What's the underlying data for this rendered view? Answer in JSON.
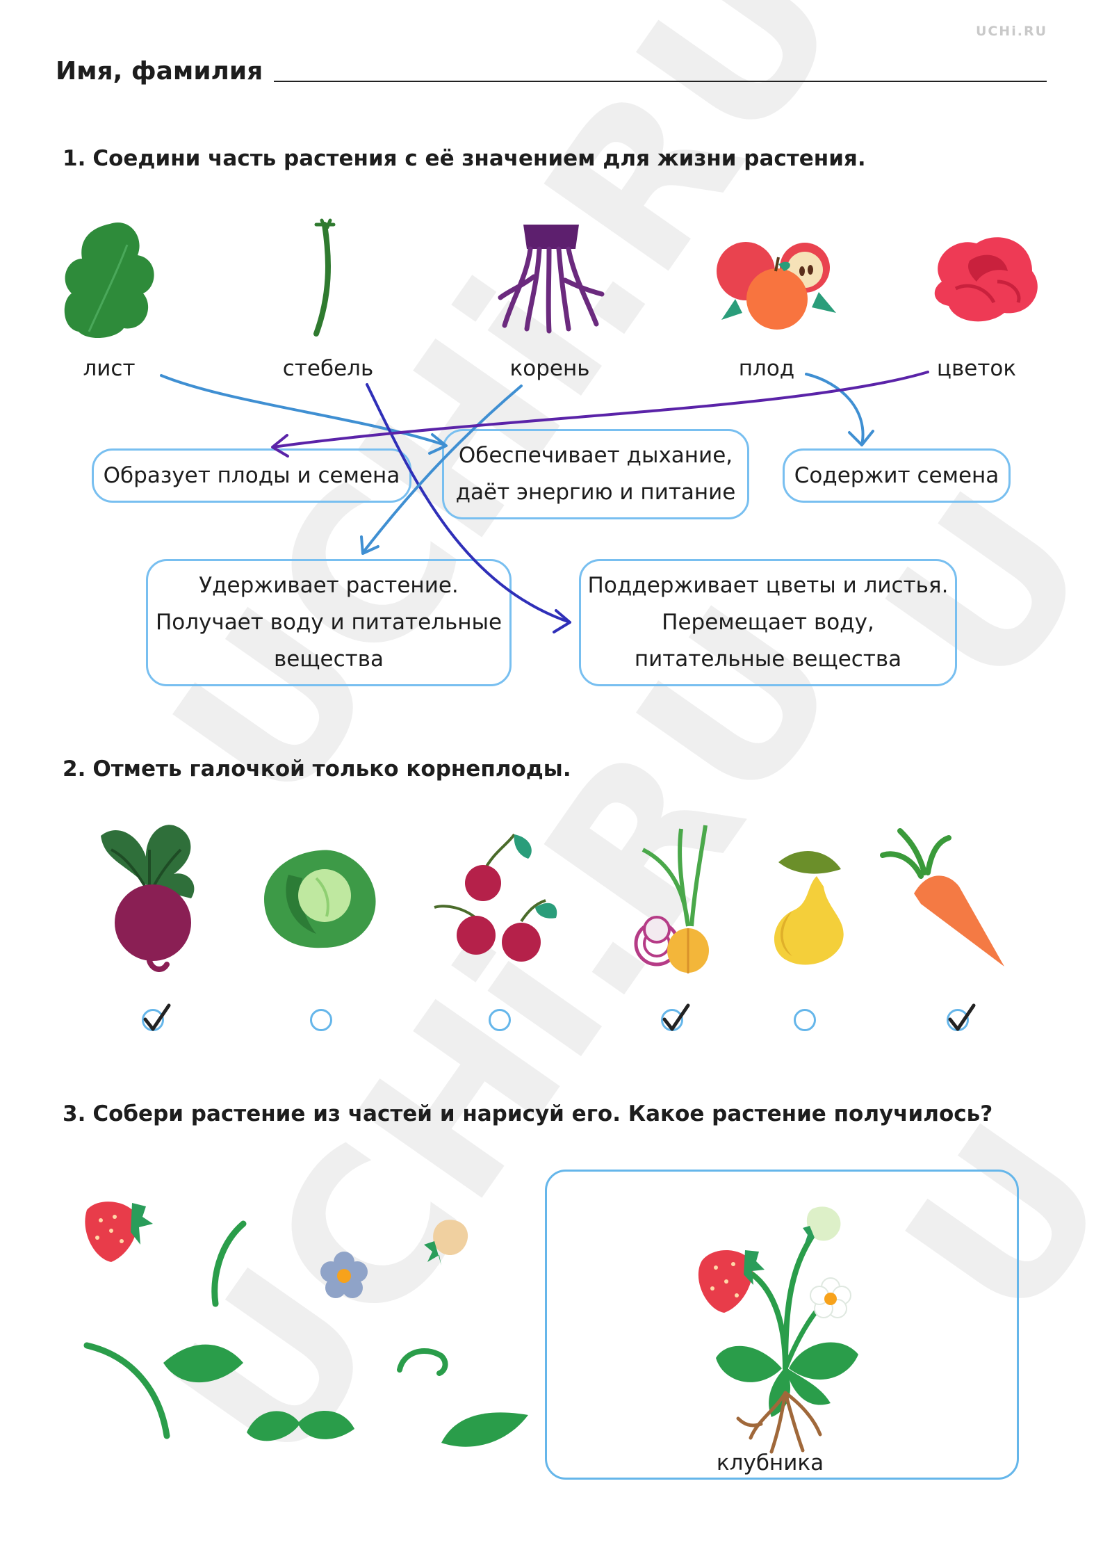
{
  "brand": "UCHi.RU",
  "header": {
    "name_label": "Имя, фамилия"
  },
  "task1": {
    "number": "1.",
    "title": "Соедини часть растения с её значением для жизни растения.",
    "parts": [
      {
        "id": "leaf",
        "label": "лист",
        "icon": "leaf-icon"
      },
      {
        "id": "stem",
        "label": "стебель",
        "icon": "stem-icon"
      },
      {
        "id": "root",
        "label": "корень",
        "icon": "root-icon"
      },
      {
        "id": "fruit",
        "label": "плод",
        "icon": "fruit-icon"
      },
      {
        "id": "flower",
        "label": "цветок",
        "icon": "flower-icon"
      }
    ],
    "meanings": [
      {
        "id": "forms-fruits",
        "text": "Образует плоды и семена"
      },
      {
        "id": "breathing",
        "text": "Обеспечивает дыхание,\nдаёт энергию и питание"
      },
      {
        "id": "contains-seeds",
        "text": "Содержит семена"
      },
      {
        "id": "holds-plant",
        "text": "Удерживает растение.\nПолучает воду и питательные\nвещества"
      },
      {
        "id": "supports",
        "text": "Поддерживает цветы и листья.\nПеремещает воду,\nпитательные вещества"
      }
    ],
    "connections": [
      {
        "from": "leaf",
        "to": "breathing",
        "color": "#3f8fd2"
      },
      {
        "from": "stem",
        "to": "supports",
        "color": "#2f2fb8"
      },
      {
        "from": "root",
        "to": "holds-plant",
        "color": "#3f8fd2"
      },
      {
        "from": "fruit",
        "to": "contains-seeds",
        "color": "#3f8fd2"
      },
      {
        "from": "flower",
        "to": "forms-fruits",
        "color": "#5a23a8"
      }
    ]
  },
  "task2": {
    "number": "2.",
    "title": "Отметь галочкой только корнеплоды.",
    "items": [
      {
        "icon": "beet-icon",
        "checked": true
      },
      {
        "icon": "cabbage-icon",
        "checked": false
      },
      {
        "icon": "cherry-icon",
        "checked": false
      },
      {
        "icon": "onion-icon",
        "checked": true
      },
      {
        "icon": "pear-icon",
        "checked": false
      },
      {
        "icon": "carrot-icon",
        "checked": true
      }
    ]
  },
  "task3": {
    "number": "3.",
    "title": "Собери растение из частей и нарисуй его. Какое растение получилось?",
    "answer": "клубника"
  },
  "colors": {
    "accent": "#78bff0",
    "leaf_green": "#2e8b3a",
    "watermark": "#ececec"
  }
}
